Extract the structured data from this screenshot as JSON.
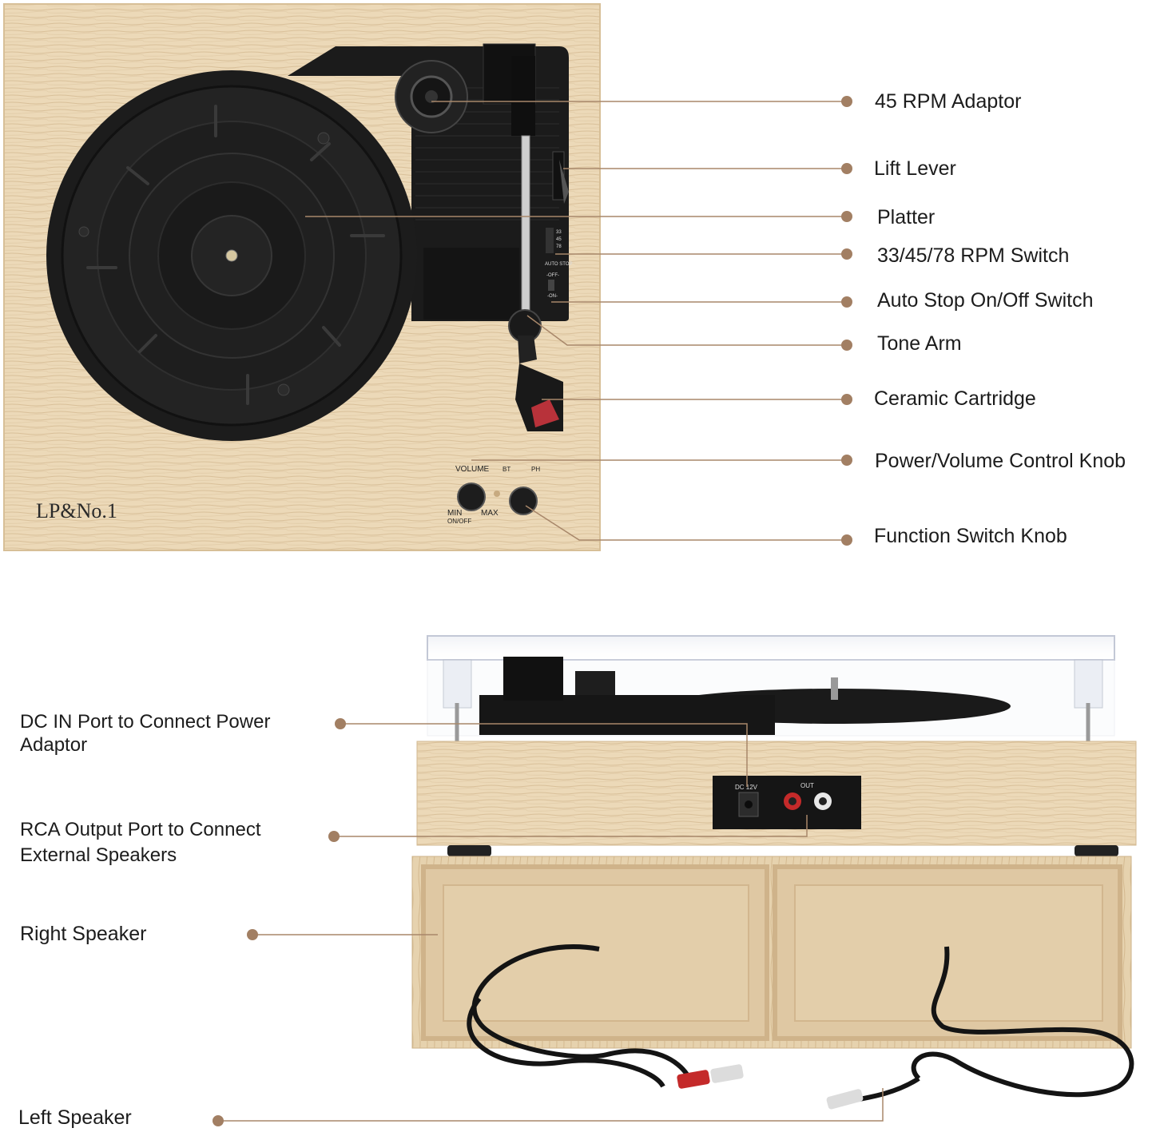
{
  "top_labels": {
    "adaptor_45": "45 RPM Adaptor",
    "lift_lever": "Lift Lever",
    "platter": "Platter",
    "rpm_switch": "33/45/78 RPM Switch",
    "auto_stop": "Auto Stop On/Off Switch",
    "tone_arm": "Tone Arm",
    "cartridge": "Ceramic Cartridge",
    "volume_knob": "Power/Volume Control Knob",
    "function_knob": "Function Switch Knob"
  },
  "bottom_labels": {
    "dc_in": "DC IN Port to Connect Power Adaptor",
    "rca_out": "RCA Output Port to Connect External Speakers",
    "right_speaker": "Right Speaker",
    "left_speaker": "Left Speaker"
  },
  "device_text": {
    "brand": "LP&No.1",
    "volume": "VOLUME",
    "min": "MIN",
    "max": "MAX",
    "on_off": "ON/OFF",
    "bt": "BT",
    "ph": "PH",
    "rpm_33": "33",
    "rpm_45": "45",
    "rpm_78": "78",
    "auto_stop": "AUTO STOP",
    "off": "-OFF-",
    "on": "-ON-",
    "dc": "DC 12V",
    "out": "OUT"
  },
  "colors": {
    "wood": "#ecd9b8",
    "leader_line": "#a8876a",
    "leader_dot": "#a27f63",
    "black": "#161616"
  }
}
